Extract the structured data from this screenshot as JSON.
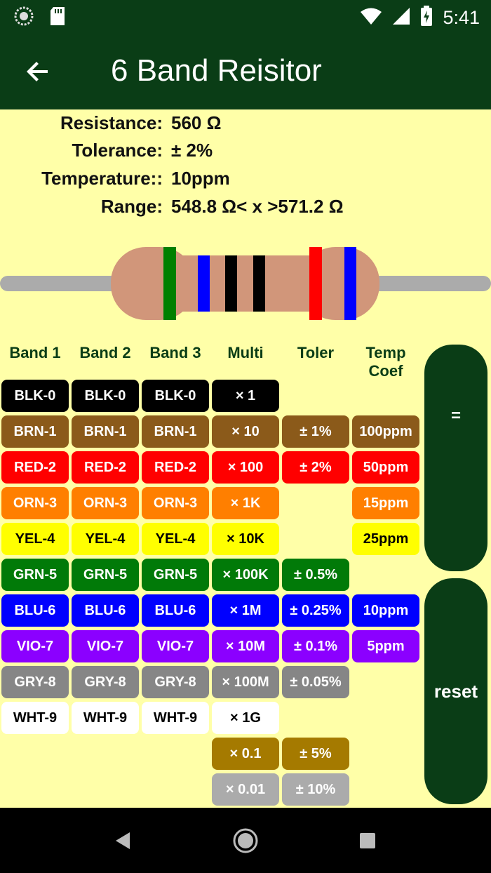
{
  "status_bar": {
    "time": "5:41",
    "icons": [
      "spinner-icon",
      "sd-card-icon",
      "wifi-icon",
      "signal-icon",
      "battery-charging-icon"
    ]
  },
  "app_bar": {
    "title": "6 Band Reisitor",
    "back_icon": "arrow-left-icon"
  },
  "info": {
    "resistance_label": "Resistance:",
    "resistance_value": "560 Ω",
    "tolerance_label": "Tolerance:",
    "tolerance_value": "± 2%",
    "temperature_label": "Temperature::",
    "temperature_value": "10ppm",
    "range_label": "Range:",
    "range_value": "548.8 Ω< x >571.2 Ω"
  },
  "resistor": {
    "body_color": "#D1967A",
    "lead_color": "#ABABAB",
    "bands": [
      "#008000",
      "#0000FF",
      "#000000",
      "#000000",
      "#FF0000",
      "#0000FF"
    ]
  },
  "headers": {
    "band1": "Band 1",
    "band2": "Band 2",
    "band3": "Band 3",
    "multi": "Multi",
    "toler": "Toler",
    "temp": "Temp Coef"
  },
  "digits": [
    "BLK-0",
    "BRN-1",
    "RED-2",
    "ORN-3",
    "YEL-4",
    "GRN-5",
    "BLU-6",
    "VIO-7",
    "GRY-8",
    "WHT-9"
  ],
  "multipliers": [
    "× 1",
    "× 10",
    "× 100",
    "× 1K",
    "× 10K",
    "× 100K",
    "× 1M",
    "× 10M",
    "× 100M",
    "× 1G",
    "× 0.1",
    "× 0.01"
  ],
  "tolerances": [
    "± 1%",
    "± 2%",
    "± 0.5%",
    "± 0.25%",
    "± 0.1%",
    "± 0.05%",
    "± 5%",
    "± 10%"
  ],
  "temp_coefs": [
    "100ppm",
    "50ppm",
    "15ppm",
    "25ppm",
    "10ppm",
    "5ppm"
  ],
  "colors": {
    "black": "#000000",
    "brown": "#8B5A1A",
    "red": "#FF0000",
    "orange": "#FF7F00",
    "yellow": "#FFFF00",
    "green": "#017A08",
    "blue": "#0000FF",
    "violet": "#8B00FF",
    "gray": "#868686",
    "white": "#FFFFFF",
    "gold": "#A57A00",
    "silver": "#ABABAB",
    "app_green": "#0A3D16",
    "background": "#FFFFA8"
  },
  "side_buttons": {
    "equals": "=",
    "reset": "reset"
  },
  "nav_bar": {
    "back": "triangle-back-icon",
    "home": "circle-home-icon",
    "recents": "square-recents-icon"
  }
}
